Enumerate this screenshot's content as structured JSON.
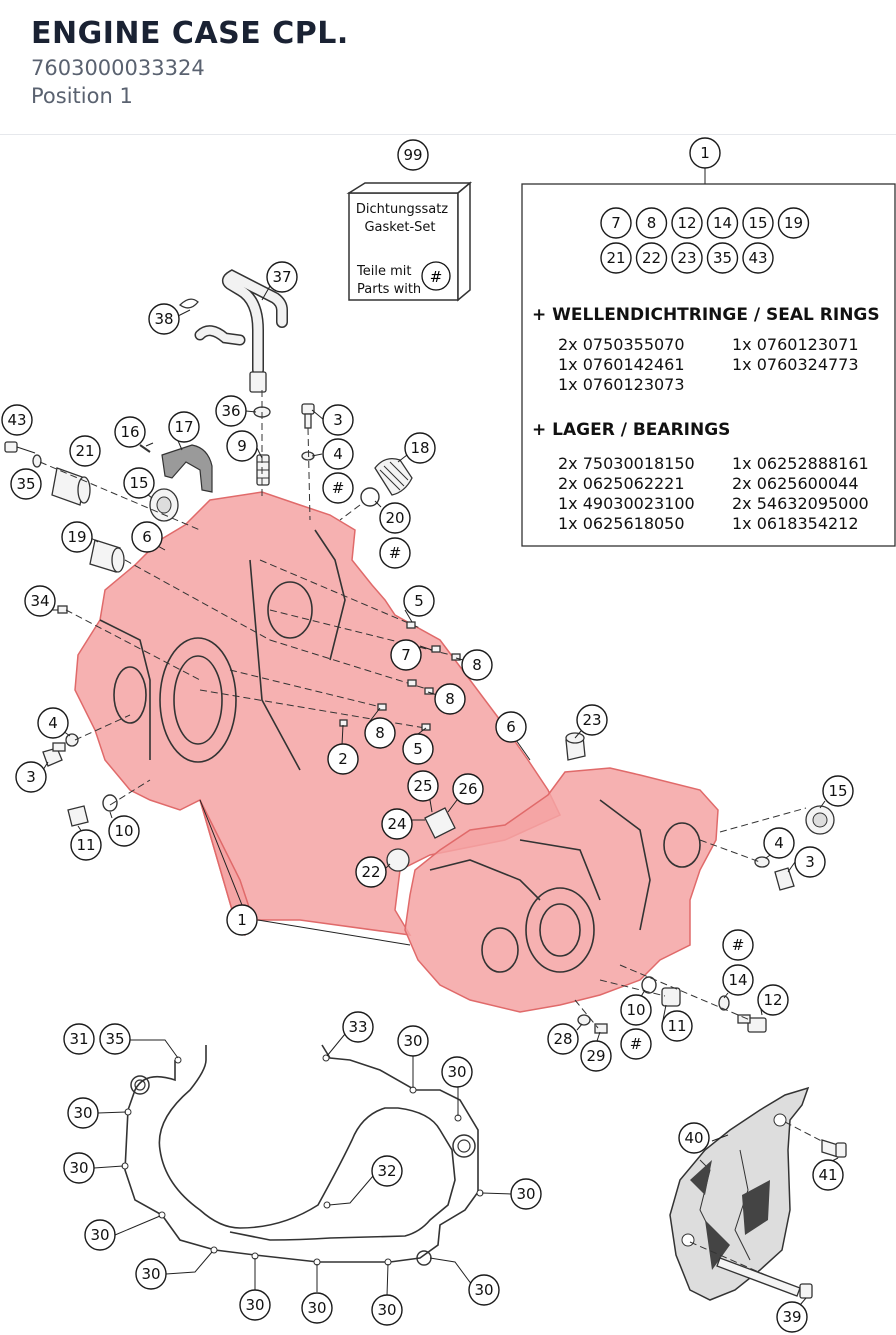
{
  "header": {
    "title": "ENGINE CASE CPL.",
    "part_number": "7603000033324",
    "position": "Position 1"
  },
  "colors": {
    "highlight_fill": "#f5a3a3",
    "highlight_stroke": "#e06a6a",
    "line": "#222222"
  },
  "gasket_box": {
    "callout": "99",
    "line1": "Dichtungssatz",
    "line2": "Gasket-Set",
    "line3": "Teile mit",
    "line4": "Parts with",
    "symbol": "#"
  },
  "info_box": {
    "callout": "1",
    "included_row1": [
      "7",
      "8",
      "12",
      "14",
      "15",
      "19"
    ],
    "included_row2": [
      "21",
      "22",
      "23",
      "35",
      "43"
    ],
    "seal_heading": "+ WELLENDICHTRINGE / SEAL RINGS",
    "seal_rows": [
      [
        "2x 0750355070",
        "1x 0760123071"
      ],
      [
        "1x 0760142461",
        "1x 0760324773"
      ],
      [
        "1x 0760123073",
        ""
      ]
    ],
    "bearing_heading": "+ LAGER / BEARINGS",
    "bearing_rows": [
      [
        "2x 75030018150",
        "1x 06252888161"
      ],
      [
        "2x 0625062221",
        "2x 0625600044"
      ],
      [
        "1x 49030023100",
        "2x 54632095000"
      ],
      [
        "1x 0625618050",
        "1x 0618354212"
      ]
    ]
  },
  "callouts": [
    "37",
    "38",
    "36",
    "9",
    "3",
    "4",
    "#",
    "18",
    "20",
    "#",
    "43",
    "35",
    "21",
    "16",
    "17",
    "15",
    "19",
    "6",
    "34",
    "5",
    "7",
    "8",
    "8",
    "8",
    "5",
    "2",
    "4",
    "3",
    "11",
    "10",
    "6",
    "23",
    "25",
    "26",
    "24",
    "22",
    "1",
    "15",
    "4",
    "3",
    "#",
    "14",
    "12",
    "10",
    "11",
    "28",
    "29",
    "#",
    "31",
    "35",
    "33",
    "30",
    "30",
    "30",
    "30",
    "30",
    "30",
    "30",
    "30",
    "30",
    "30",
    "30",
    "32",
    "40",
    "41",
    "39"
  ]
}
